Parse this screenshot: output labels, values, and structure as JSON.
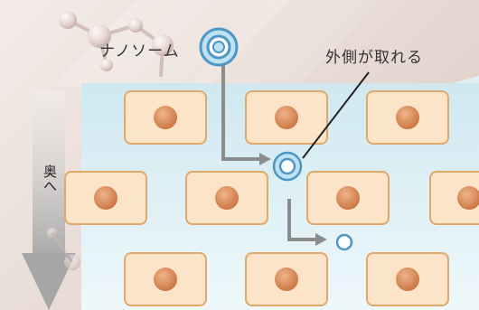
{
  "labels": {
    "nanosome": "ナノソーム",
    "outer_removed": "外側が取れる",
    "depth": "奥へ"
  },
  "colors": {
    "tissue_top": "#cfe8f0",
    "tissue_bottom": "#e9f5f8",
    "cell_fill": "#fbe4c8",
    "cell_stroke": "#e0a86a",
    "nucleus": "#d98a55",
    "arrow_gray": "#8c8c8c",
    "ring_outer": "#4d97c4",
    "ring_fill": "#bfe2f2"
  },
  "icons": [
    "molecule-icon",
    "nanosome-icon",
    "cell-icon",
    "arrow-icon"
  ]
}
